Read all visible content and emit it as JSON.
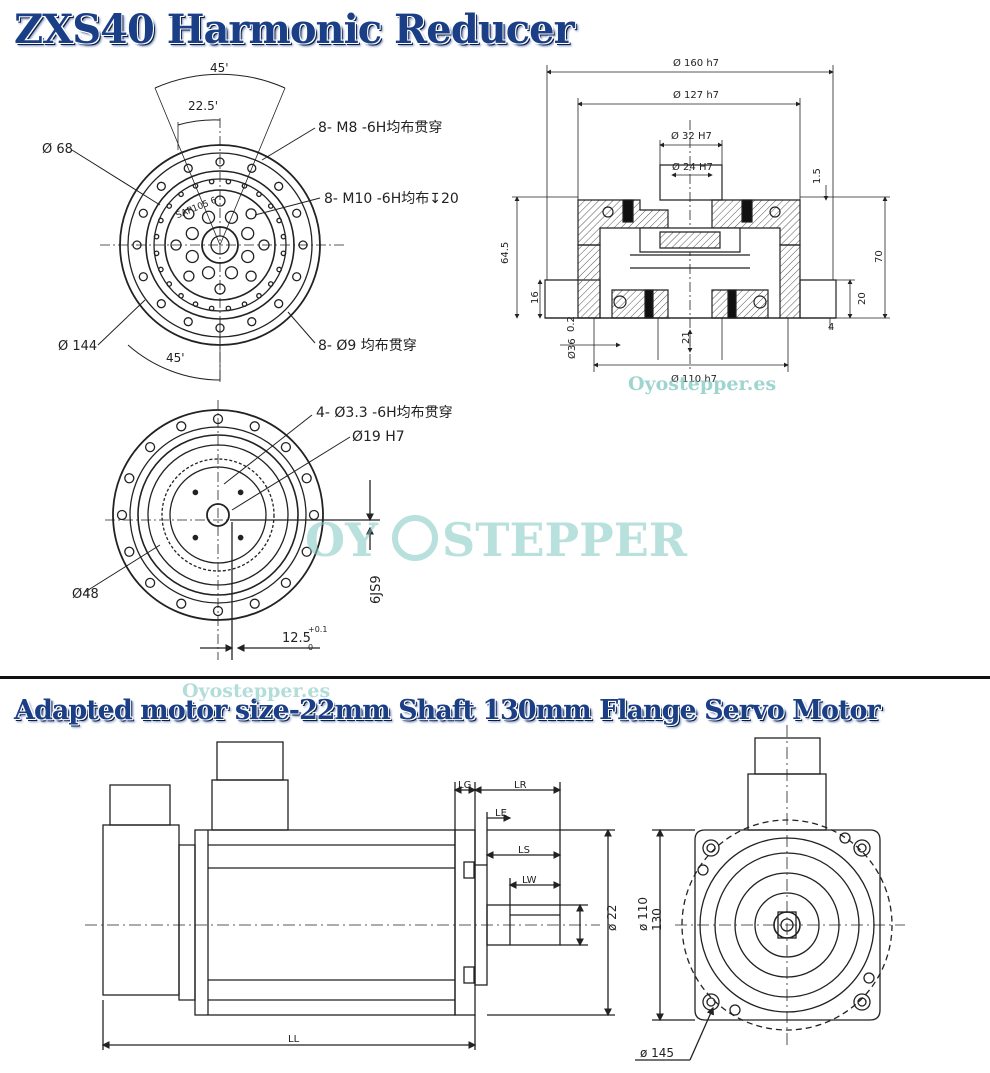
{
  "titles": {
    "reducer": "ZXS40 Harmonic Reducer",
    "motor": "Adapted motor size-22mm Shaft 130mm Flange Servo Motor"
  },
  "watermarks": {
    "site_top": "Oyostepper.es",
    "site_bottom": "Oyostepper.es",
    "brand_left": "OY",
    "brand_right": "STEPPER"
  },
  "front_view": {
    "angle_45_top": "45'",
    "angle_22_5": "22.5'",
    "angle_45_bottom": "45'",
    "dia_68": "Ø 68",
    "dia_144": "Ø 144",
    "note_m8": "8- M8 -6H均布贯穿",
    "note_m10": "8- M10 -6H均布↧20",
    "note_d9": "8- Ø9 均布贯穿",
    "ring_text": "SAP105 6"
  },
  "section_view": {
    "d160": "Ø 160 h7",
    "d127": "Ø 127 h7",
    "d32": "Ø 32 H7",
    "d24": "Ø 24 H7",
    "d110": "Ø 110 h7",
    "d36": "Ø36",
    "h1_5": "1.5",
    "h64_5": "64.5",
    "h70": "70",
    "h16": "16",
    "h20": "20",
    "h4": "4",
    "h0_2": "0.2",
    "h21": "21"
  },
  "rear_view": {
    "note_d3_3": "4- Ø3.3 -6H均布贯穿",
    "d19": "Ø19 H7",
    "d48": "Ø48",
    "key_6js9": "6JS9",
    "key_12_5": "12.5",
    "tol_upper": "+0.1",
    "tol_lower": "0"
  },
  "motor_side": {
    "LG": "LG",
    "LR": "LR",
    "LE": "LE",
    "LS": "LS",
    "LW": "LW",
    "LL": "LL",
    "d22": "ø 22",
    "d110": "ø 110"
  },
  "motor_end": {
    "h130": "130",
    "d145": "ø 145"
  },
  "colors": {
    "title_fill": "#1b3f86",
    "line": "#222222",
    "hatch": "#555555",
    "watermark": "#7fc7c0"
  }
}
